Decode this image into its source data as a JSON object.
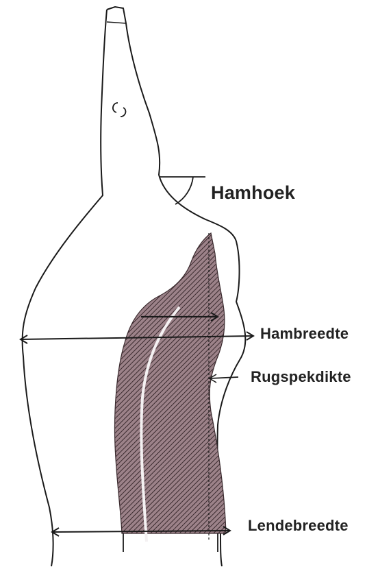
{
  "labels": {
    "hamhoek": "Hamhoek",
    "hambreedte": "Hambreedte",
    "rugspekdikte": "Rugspekdikte",
    "lendebreedte": "Lendebreedte"
  },
  "colors": {
    "outline": "#1a1a1a",
    "muscle_fill": "#8a6f76",
    "hatch": "#3a2a2e",
    "background": "#ffffff"
  }
}
